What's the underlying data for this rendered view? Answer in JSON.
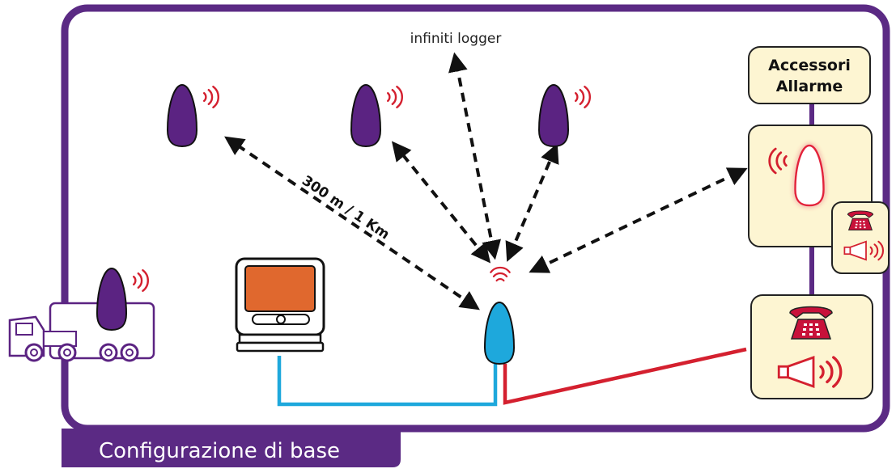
{
  "texts": {
    "logger_label": "infiniti logger",
    "range_label": "300 m / 1 Km",
    "accessories_title_line1": "Accessori",
    "accessories_title_line2": "Allarme",
    "config_tab": "Configurazione di base"
  },
  "colors": {
    "frame_purple": "#5b2a84",
    "logger_purple": "#5b2382",
    "base_blue": "#1ea8dc",
    "alarm_red": "#d4202f",
    "accessory_bg": "#fdf5d2",
    "monitor_screen": "#e0682e",
    "cable_blue": "#1ea8dc",
    "cable_red": "#d4202f"
  },
  "icons": [
    "logger-icon",
    "base-station-icon",
    "wireless-signal-icon",
    "truck-icon",
    "computer-monitor-icon",
    "telephone-icon",
    "siren-icon",
    "alarm-beacon-icon"
  ]
}
